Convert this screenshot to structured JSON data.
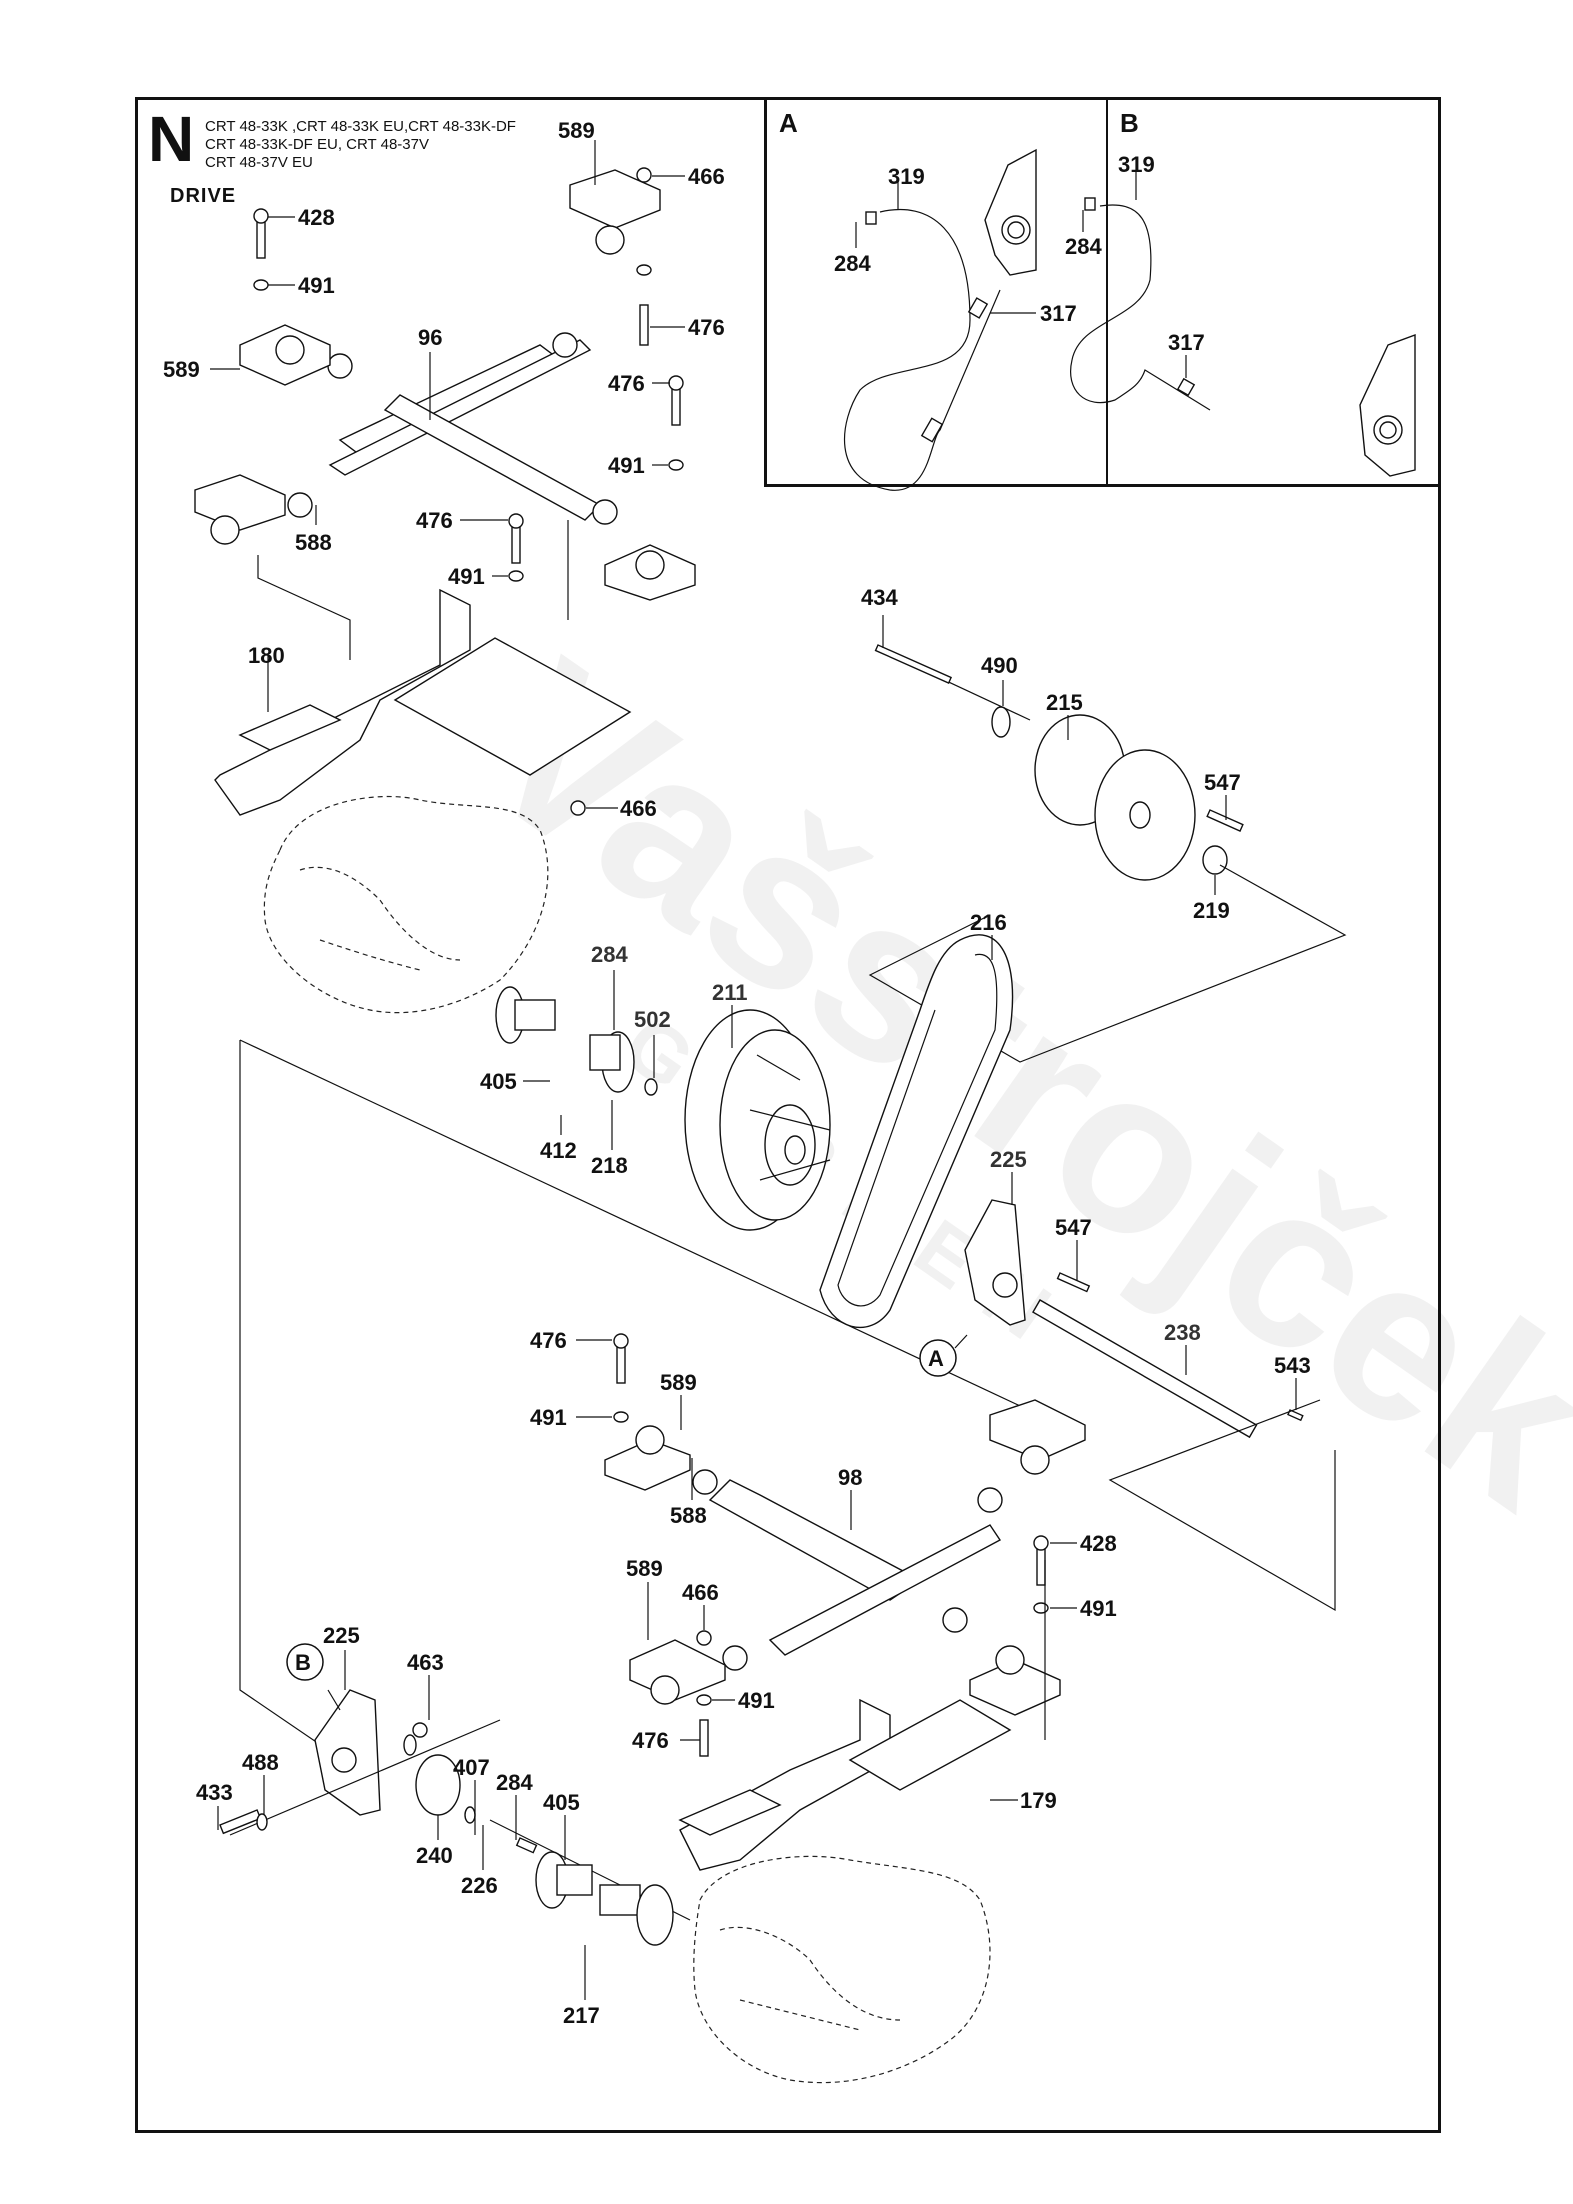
{
  "header": {
    "section_letter": "N",
    "models": [
      "CRT 48-33K ,CRT 48-33K EU,CRT 48-33K-DF",
      "CRT 48-33K-DF EU, CRT 48-37V",
      "CRT 48-37V EU"
    ],
    "title": "DRIVE"
  },
  "insets": {
    "a": {
      "letter": "A",
      "labels": {
        "319": "319",
        "284": "284",
        "317": "317"
      }
    },
    "b": {
      "letter": "B",
      "labels": {
        "319": "319",
        "284": "284",
        "317": "317"
      }
    }
  },
  "callouts": {
    "a": "A",
    "b": "B"
  },
  "watermark": {
    "brand": "Vašstrojček",
    "sub": "GARDEN"
  },
  "parts": {
    "p589_top": "589",
    "p466_top": "466",
    "p428_top": "428",
    "p491_top": "491",
    "p476_top": "476",
    "p96": "96",
    "p589_left": "589",
    "p476_r": "476",
    "p491_r": "491",
    "p588_top": "588",
    "p476_mid": "476",
    "p491_mid": "491",
    "p180": "180",
    "p466_mid": "466",
    "p434": "434",
    "p490": "490",
    "p215": "215",
    "p547_top": "547",
    "p219": "219",
    "p216": "216",
    "p284_mid": "284",
    "p502": "502",
    "p211": "211",
    "p405_mid": "405",
    "p412": "412",
    "p218": "218",
    "p225_top": "225",
    "p547_mid": "547",
    "p238": "238",
    "p543": "543",
    "p476_low": "476",
    "p589_low": "589",
    "p491_low": "491",
    "p588_low": "588",
    "p98": "98",
    "p428_low": "428",
    "p491_low_r": "491",
    "p589_low2": "589",
    "p466_low": "466",
    "p491_low2": "491",
    "p476_low2": "476",
    "p225_low": "225",
    "p463": "463",
    "p488": "488",
    "p433": "433",
    "p240": "240",
    "p226": "226",
    "p407": "407",
    "p284_low": "284",
    "p405_low": "405",
    "p217": "217",
    "p179": "179"
  }
}
